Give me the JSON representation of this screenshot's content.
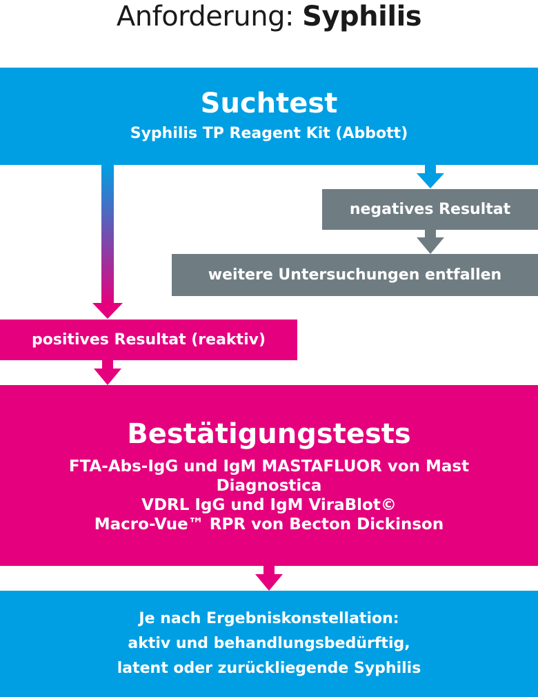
{
  "title": {
    "prefix": "Anforderung: ",
    "subject": "Syphilis"
  },
  "screening": {
    "heading": "Suchtest",
    "kit": "Syphilis TP Reagent Kit (Abbott)"
  },
  "negative": {
    "label": "negatives Resultat",
    "consequence": "weitere Untersuchungen entfallen"
  },
  "positive": {
    "label": "positives Resultat (reaktiv)"
  },
  "confirmation": {
    "heading": "Bestätigungstests",
    "tests": [
      "FTA-Abs-IgG und IgM MASTAFLUOR von Mast",
      "Diagnostica",
      "VDRL IgG und IgM ViraBlot©",
      "Macro-Vue™ RPR von Becton Dickinson"
    ]
  },
  "outcome": {
    "lines": [
      "Je nach Ergebniskonstellation:",
      "aktiv und behandlungsbedürftig,",
      "latent oder zurückliegende Syphilis"
    ]
  },
  "colors": {
    "blue": "#009fe3",
    "pink": "#e5007d",
    "gray": "#6f7d83",
    "text": "#1a1a1a"
  }
}
